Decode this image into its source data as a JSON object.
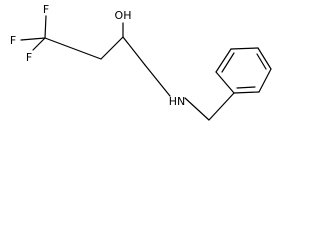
{
  "molecule": {
    "atoms": {
      "f_top": "F",
      "f_left": "F",
      "f_bottom": "F",
      "hydroxyl": "OH",
      "amine": "HN"
    }
  },
  "colors": {
    "background": "#ffffff",
    "ink": "#000000"
  }
}
